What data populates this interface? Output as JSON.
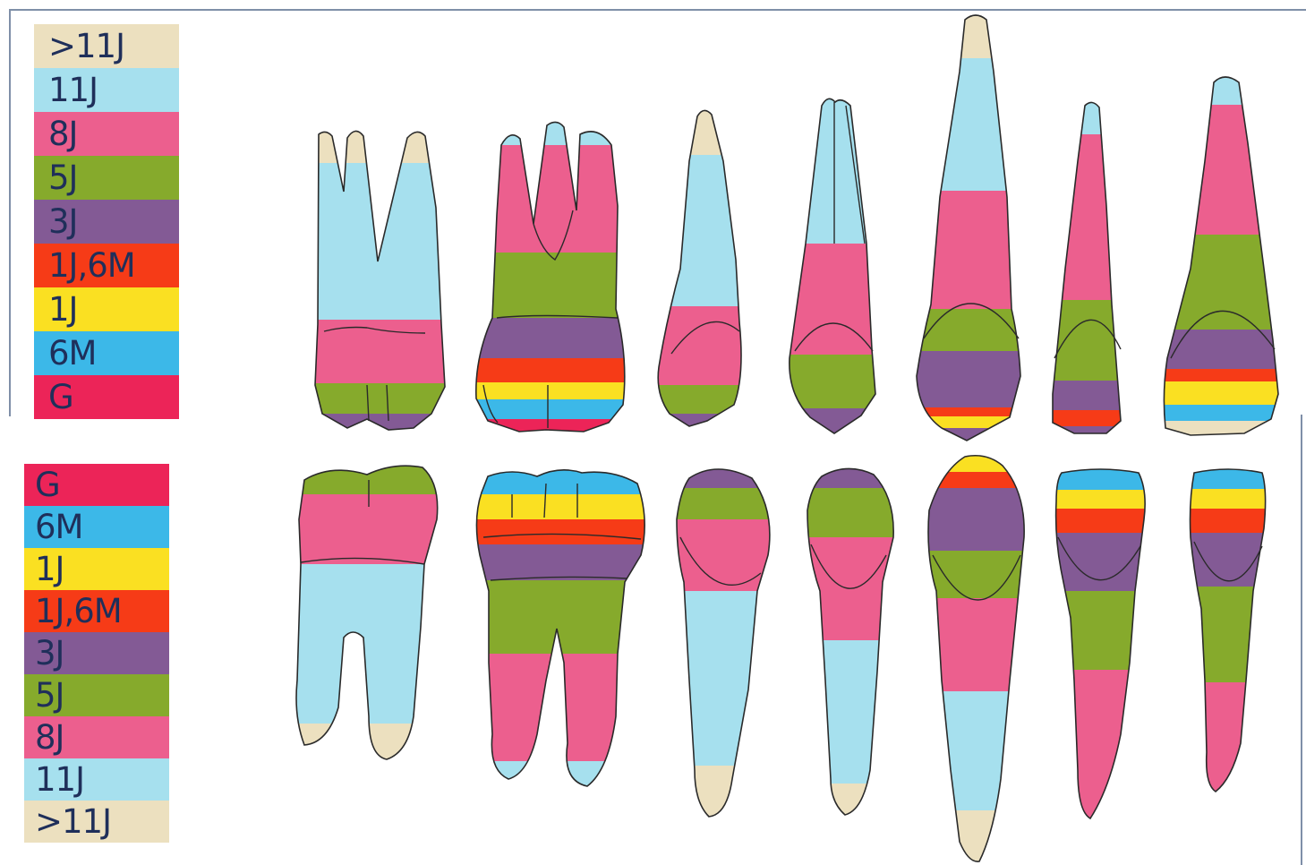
{
  "legend_upper": [
    {
      "label": ">11J",
      "color": "#ece0bf"
    },
    {
      "label": "11J",
      "color": "#a6e0ee"
    },
    {
      "label": "8J",
      "color": "#ec5f8e"
    },
    {
      "label": "5J",
      "color": "#86aa2c"
    },
    {
      "label": "3J",
      "color": "#835a95"
    },
    {
      "label": "1J,6M",
      "color": "#f63b17"
    },
    {
      "label": "1J",
      "color": "#fae022"
    },
    {
      "label": "6M",
      "color": "#3cb8e8"
    },
    {
      "label": "G",
      "color": "#ec2458"
    }
  ],
  "legend_lower": [
    {
      "label": "G",
      "color": "#ec2458"
    },
    {
      "label": "6M",
      "color": "#3cb8e8"
    },
    {
      "label": "1J",
      "color": "#fae022"
    },
    {
      "label": "1J,6M",
      "color": "#f63b17"
    },
    {
      "label": "3J",
      "color": "#835a95"
    },
    {
      "label": "5J",
      "color": "#86aa2c"
    },
    {
      "label": "8J",
      "color": "#ec5f8e"
    },
    {
      "label": "11J",
      "color": "#a6e0ee"
    },
    {
      "label": ">11J",
      "color": "#ece0bf"
    }
  ],
  "colors": {
    "outline": "#2a2a2a",
    "frame": "#7f8fa8",
    "text": "#1f2f5a"
  }
}
